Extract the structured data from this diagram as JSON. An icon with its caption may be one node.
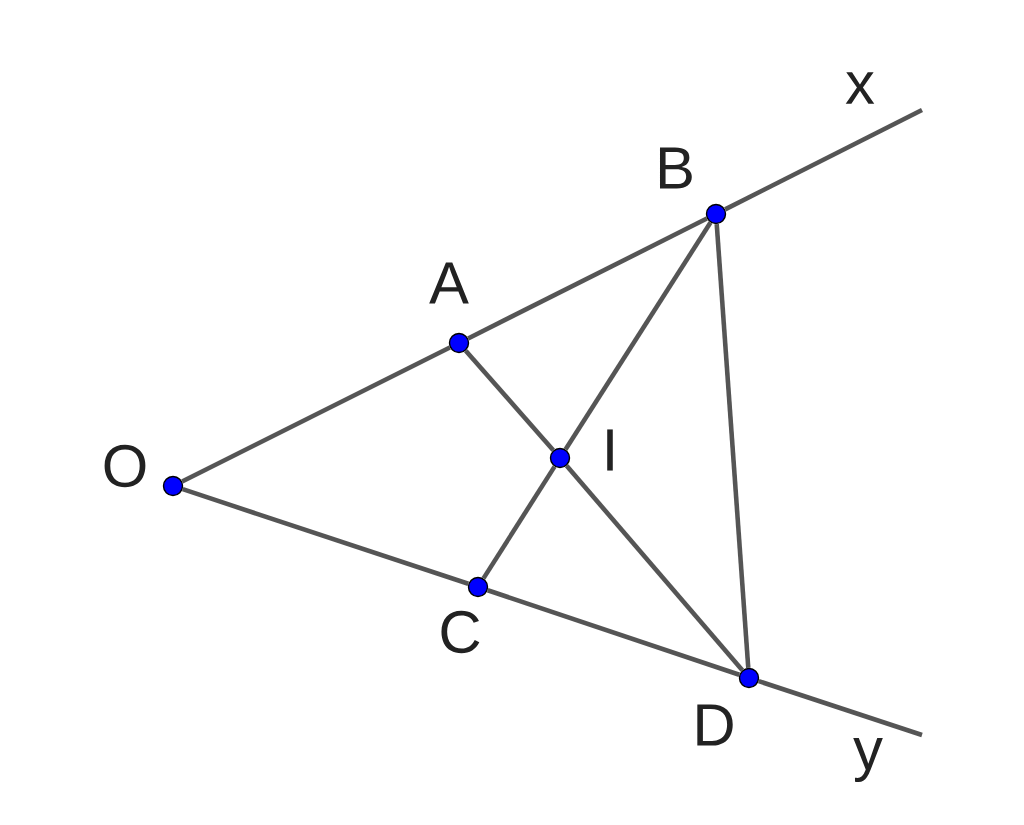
{
  "diagram": {
    "nodes": [
      {
        "text": [
          "O"
        ]
      },
      {
        "text": [
          "A"
        ]
      },
      {
        "text": [
          "B"
        ]
      },
      {
        "text": [
          "I"
        ]
      },
      {
        "text": [
          "C"
        ]
      },
      {
        "text": [
          "D"
        ]
      }
    ],
    "edges": [
      {
        "from": 0,
        "to": 1,
        "arrow": "none"
      },
      {
        "from": 1,
        "to": 2,
        "arrow": "none"
      },
      {
        "from": 2,
        "to": null,
        "arrow": "none"
      },
      {
        "from": 0,
        "to": 4,
        "arrow": "none"
      },
      {
        "from": 4,
        "to": 5,
        "arrow": "none"
      },
      {
        "from": 5,
        "to": null,
        "arrow": "none"
      },
      {
        "from": 1,
        "to": 3,
        "arrow": "none"
      },
      {
        "from": 3,
        "to": 5,
        "arrow": "none"
      },
      {
        "from": 2,
        "to": 3,
        "arrow": "none"
      },
      {
        "from": 3,
        "to": 4,
        "arrow": "none"
      },
      {
        "from": 2,
        "to": 5,
        "arrow": "none"
      }
    ],
    "labels": [
      "x",
      "y"
    ]
  }
}
